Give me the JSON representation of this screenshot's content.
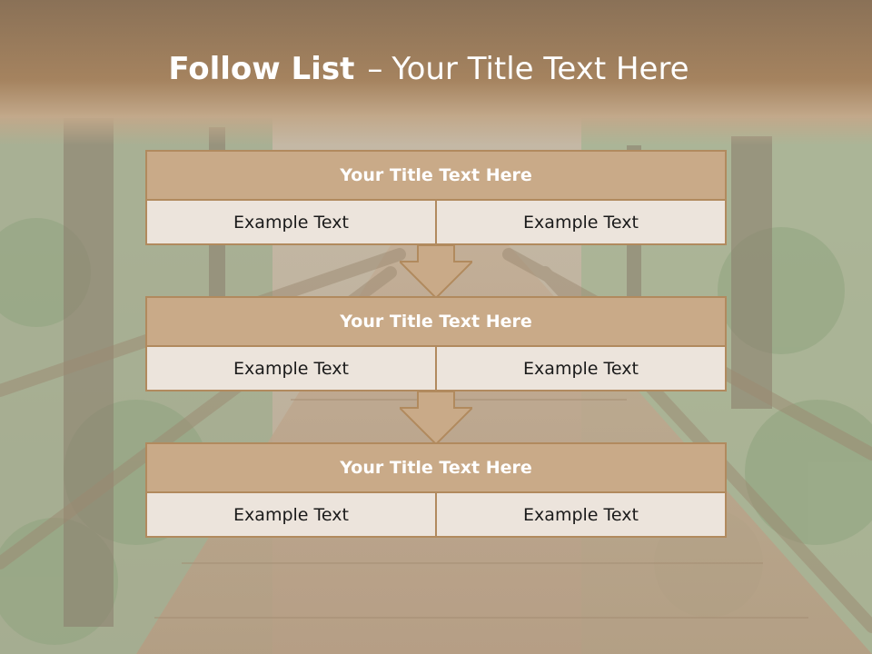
{
  "slide": {
    "title_bold": "Follow List",
    "title_separator": "–",
    "title_rest": "Your Title Text Here"
  },
  "blocks": [
    {
      "title": "Your Title Text Here",
      "cells": [
        "Example Text",
        "Example Text"
      ]
    },
    {
      "title": "Your Title Text Here",
      "cells": [
        "Example Text",
        "Example Text"
      ]
    },
    {
      "title": "Your Title Text Here",
      "cells": [
        "Example Text",
        "Example Text"
      ]
    }
  ],
  "colors": {
    "header": "#a5835f",
    "block_title_fill": "#c9aa88",
    "block_border": "#b18a5e",
    "cell_fill": "#ece4dc",
    "arrow_fill": "#c9aa88"
  },
  "background": {
    "scene": "forest-boardwalk-photo"
  }
}
